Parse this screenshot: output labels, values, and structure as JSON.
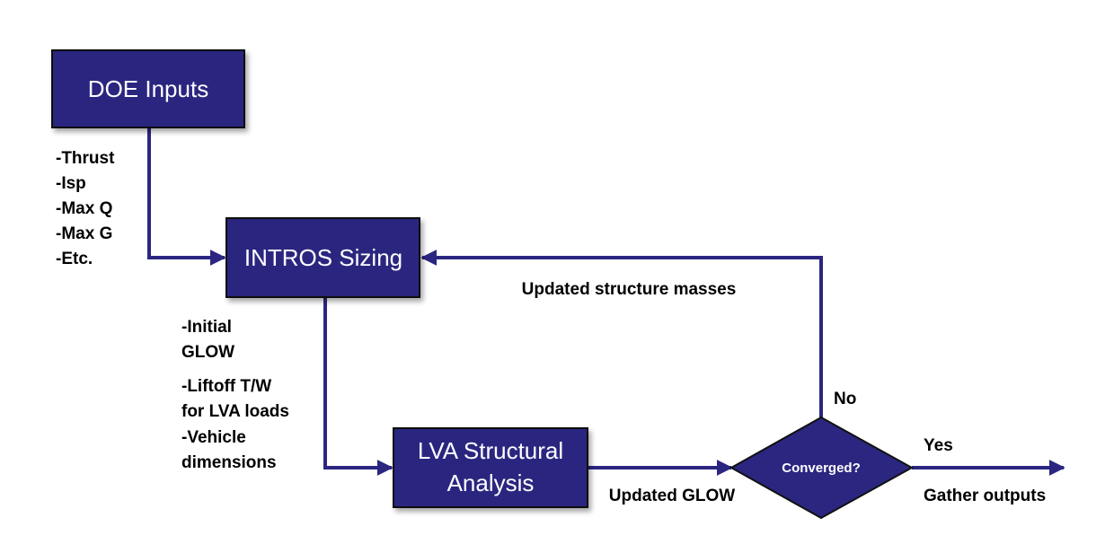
{
  "diagram": {
    "colors": {
      "node_fill": "#2b2680",
      "connector": "#2b2680",
      "node_text": "#ffffff",
      "label_text": "#000000"
    },
    "nodes": {
      "doe_inputs": "DOE Inputs",
      "intros_sizing": "INTROS Sizing",
      "lva_line1": "LVA Structural",
      "lva_line2": "Analysis",
      "converged": "Converged?"
    },
    "doe_outputs": [
      "-Thrust",
      "-Isp",
      "-Max Q",
      "-Max G",
      "-Etc."
    ],
    "intros_outputs": [
      "-Initial",
      "GLOW",
      "-Liftoff T/W",
      "for LVA loads",
      "-Vehicle",
      "dimensions"
    ],
    "edge_labels": {
      "feedback": "Updated structure masses",
      "lva_to_decision": "Updated GLOW",
      "no": "No",
      "yes": "Yes",
      "gather": "Gather outputs"
    }
  }
}
